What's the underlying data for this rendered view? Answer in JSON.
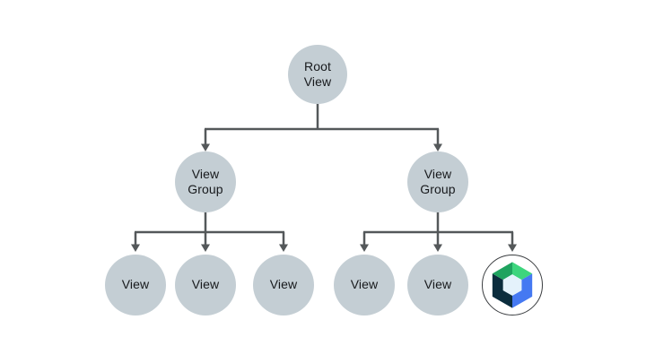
{
  "palette": {
    "background": "#ffffff",
    "node_fill": "#c4ced4",
    "node_text": "#17191c",
    "connector": "#54585a",
    "logo_ring": "#3a3d40",
    "logo_circle_fill": "#ffffff"
  },
  "diagram": {
    "type": "tree",
    "nodes": {
      "root": {
        "label": "Root View"
      },
      "group_left": {
        "label": "View Group"
      },
      "group_right": {
        "label": "View Group"
      },
      "leaf_1": {
        "label": "View"
      },
      "leaf_2": {
        "label": "View"
      },
      "leaf_3": {
        "label": "View"
      },
      "leaf_4": {
        "label": "View"
      },
      "leaf_5": {
        "label": "View"
      },
      "leaf_6": {
        "icon": "jetpack-compose-logo-icon"
      }
    },
    "edges": [
      [
        "root",
        "group_left"
      ],
      [
        "root",
        "group_right"
      ],
      [
        "group_left",
        "leaf_1"
      ],
      [
        "group_left",
        "leaf_2"
      ],
      [
        "group_left",
        "leaf_3"
      ],
      [
        "group_right",
        "leaf_4"
      ],
      [
        "group_right",
        "leaf_5"
      ],
      [
        "group_right",
        "leaf_6"
      ]
    ],
    "logo_colors": {
      "green_dark": "#1fa35f",
      "green_light": "#3dd57d",
      "blue": "#4579f2",
      "navy": "#0b2d3d",
      "navy_light": "#28505f",
      "center": "#e4f2fb"
    }
  }
}
